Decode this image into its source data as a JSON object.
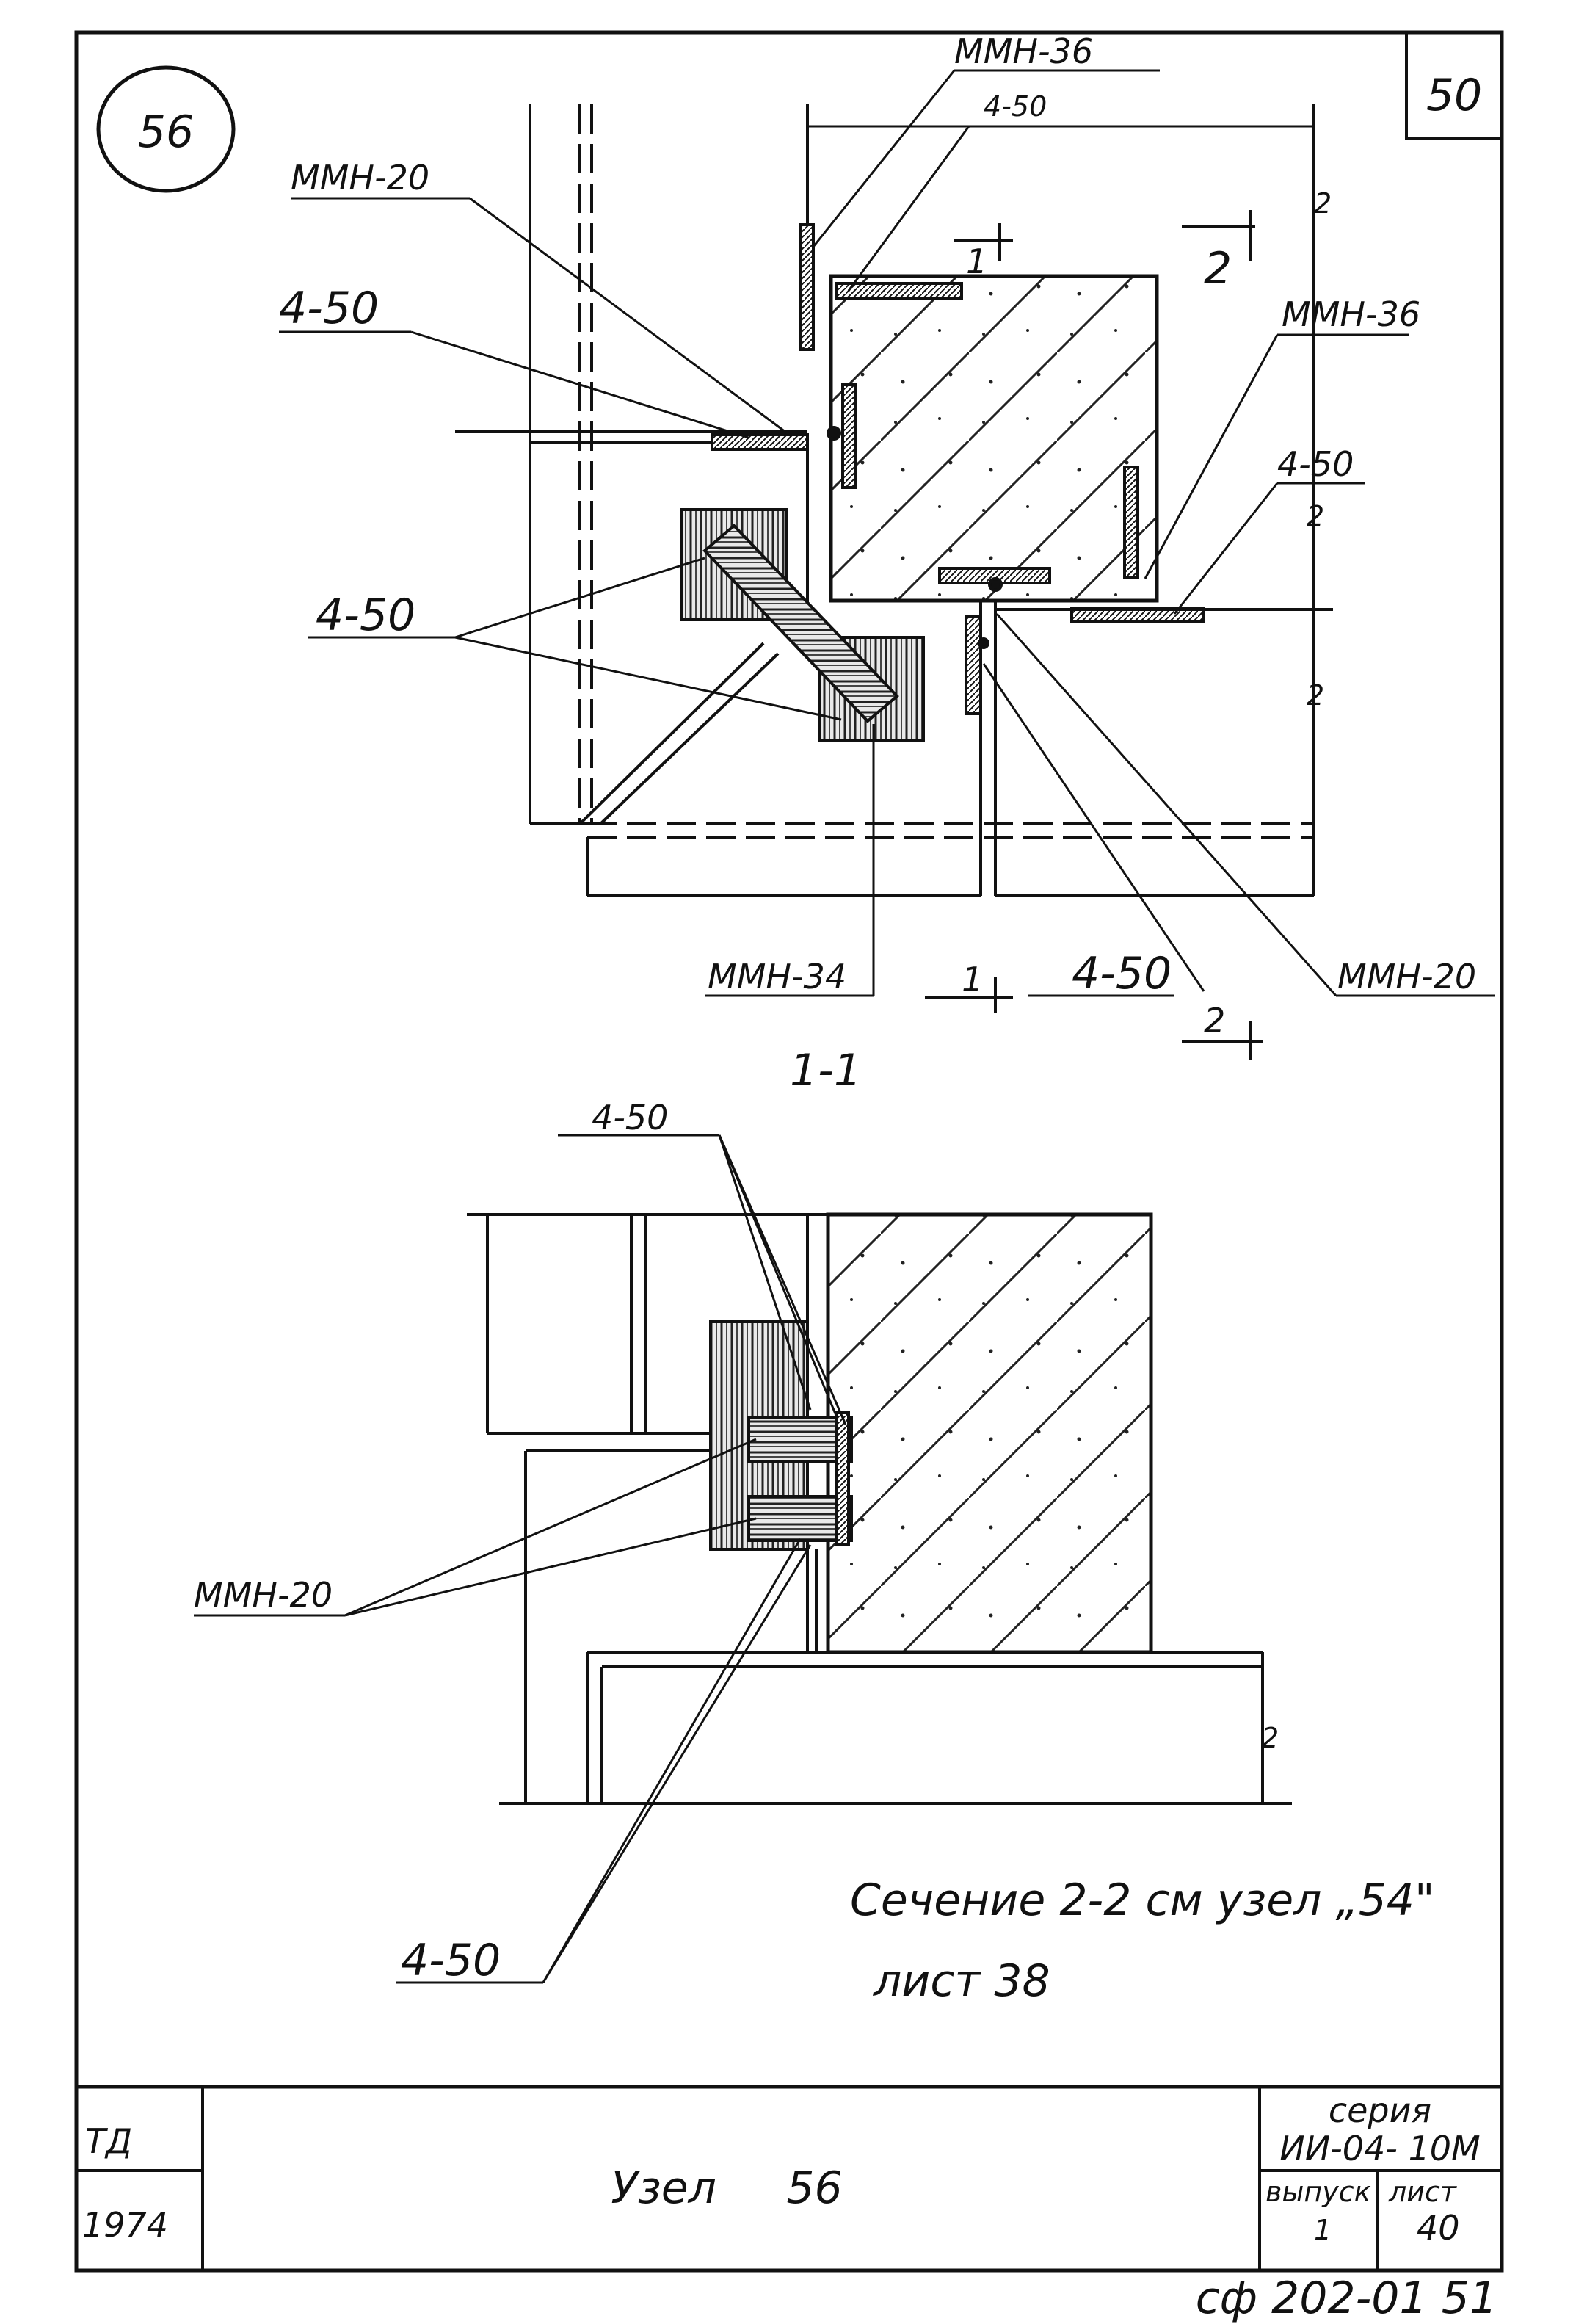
{
  "sheet": {
    "node_circle_label": "56",
    "corner_number": "50",
    "page_stamp": "сф 202-01 51"
  },
  "section_1_1": {
    "title": "1-1",
    "labels": {
      "mmn36_top": "ММН-36",
      "n450_top": "4-50",
      "mmn20_left": "ММН-20",
      "n450_left": "4-50",
      "mmn36_right": "ММН-36",
      "n450_right": "4-50",
      "n450_diag": "4-50",
      "mmn34_bottom": "ММН-34",
      "n450_bottom": "4-50",
      "mmn20_bottom": "ММН-20"
    },
    "cut_marks": {
      "cut1_top": "1",
      "cut1_bottom": "1",
      "cut2_top": "2",
      "cut2_bottom": "2"
    },
    "dim_marks": [
      "2",
      "2",
      "2"
    ]
  },
  "section_2_2": {
    "labels": {
      "n450_top": "4-50",
      "mmn20": "ММН-20",
      "n450_bottom": "4-50"
    },
    "dim_mark": "2",
    "note_line1": "Сечение 2-2 см узел „54\"",
    "note_line2": "лист 38"
  },
  "title_block": {
    "org": "ТД",
    "year": "1974",
    "title": "Узел     56",
    "series_label": "серия",
    "series_value": "ИИ-04- 10М",
    "issue_label": "выпуск",
    "issue_value": "1",
    "sheet_label": "лист",
    "sheet_value": "40"
  }
}
